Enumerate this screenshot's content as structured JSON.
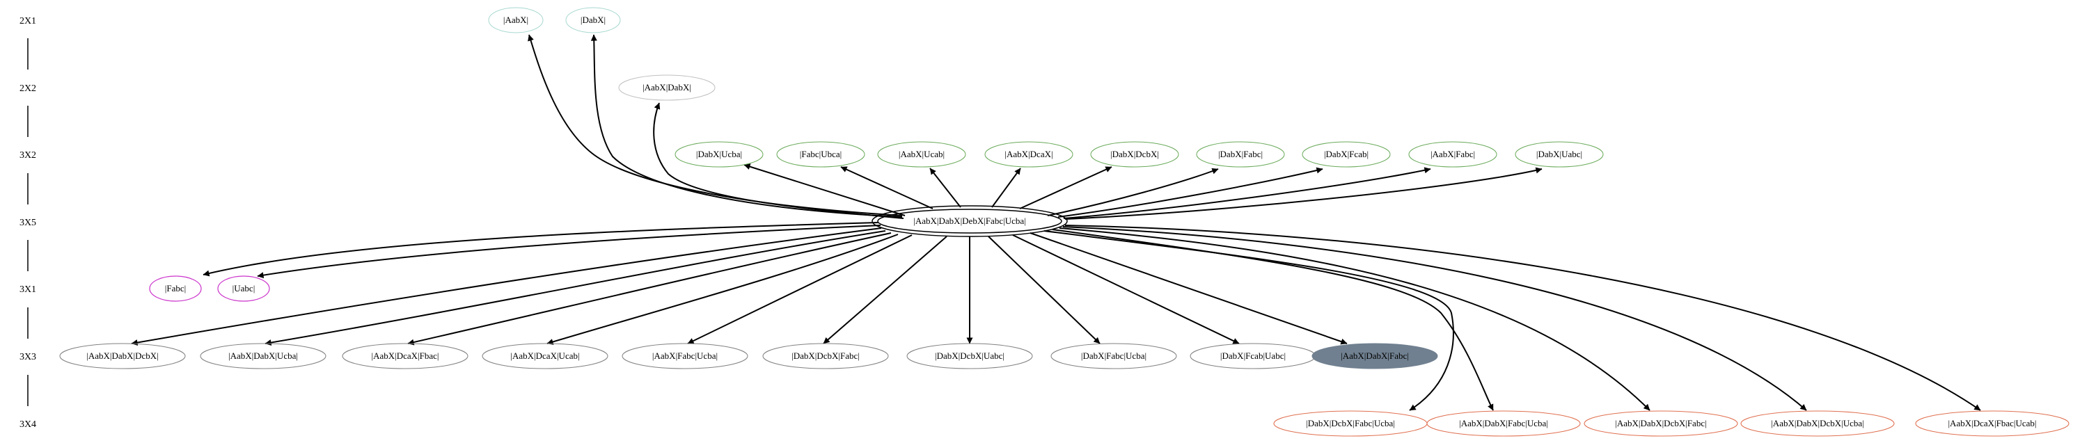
{
  "ranks": [
    {
      "id": "r1",
      "label": "2X1"
    },
    {
      "id": "r2",
      "label": "2X2"
    },
    {
      "id": "r3",
      "label": "3X2"
    },
    {
      "id": "r4",
      "label": "3X5"
    },
    {
      "id": "r5",
      "label": "3X1"
    },
    {
      "id": "r6",
      "label": "3X3"
    },
    {
      "id": "r7",
      "label": "3X4"
    }
  ],
  "colors": {
    "rank_2X1": "#a8d8d0",
    "rank_2X2": "#c0c0c0",
    "rank_3X2": "#6aaa5a",
    "rank_3X5": "#000000",
    "rank_3X1": "#cc33cc",
    "rank_3X3": "#808080",
    "rank_3X4": "#e07050",
    "highlight_fill": "#708090",
    "edge": "#000000"
  },
  "center": {
    "id": "c",
    "label": "|AabX|DabX|DebX|Fabc|Ucba|"
  },
  "nodes": [
    {
      "id": "n1",
      "label": "|AabX|",
      "rank": "2X1"
    },
    {
      "id": "n2",
      "label": "|DabX|",
      "rank": "2X1"
    },
    {
      "id": "n3",
      "label": "|AabX|DabX|",
      "rank": "2X2"
    },
    {
      "id": "n4",
      "label": "|DabX|Ucba|",
      "rank": "3X2"
    },
    {
      "id": "n5",
      "label": "|Fabc|Ubca|",
      "rank": "3X2"
    },
    {
      "id": "n6",
      "label": "|AabX|Ucab|",
      "rank": "3X2"
    },
    {
      "id": "n7",
      "label": "|AabX|DcaX|",
      "rank": "3X2"
    },
    {
      "id": "n8",
      "label": "|DabX|DcbX|",
      "rank": "3X2"
    },
    {
      "id": "n9",
      "label": "|DabX|Fabc|",
      "rank": "3X2"
    },
    {
      "id": "n10",
      "label": "|DabX|Fcab|",
      "rank": "3X2"
    },
    {
      "id": "n11",
      "label": "|AabX|Fabc|",
      "rank": "3X2"
    },
    {
      "id": "n12",
      "label": "|DabX|Uabc|",
      "rank": "3X2"
    },
    {
      "id": "n13",
      "label": "|Fabc|",
      "rank": "3X1"
    },
    {
      "id": "n14",
      "label": "|Uabc|",
      "rank": "3X1"
    },
    {
      "id": "n15",
      "label": "|AabX|DabX|DcbX|",
      "rank": "3X3"
    },
    {
      "id": "n16",
      "label": "|AabX|DabX|Ucba|",
      "rank": "3X3"
    },
    {
      "id": "n17",
      "label": "|AabX|DcaX|Fbac|",
      "rank": "3X3"
    },
    {
      "id": "n18",
      "label": "|AabX|DcaX|Ucab|",
      "rank": "3X3"
    },
    {
      "id": "n19",
      "label": "|AabX|Fabc|Ucba|",
      "rank": "3X3"
    },
    {
      "id": "n20",
      "label": "|DabX|DcbX|Fabc|",
      "rank": "3X3"
    },
    {
      "id": "n21",
      "label": "|DabX|DcbX|Uabc|",
      "rank": "3X3"
    },
    {
      "id": "n22",
      "label": "|DabX|Fabc|Ucba|",
      "rank": "3X3"
    },
    {
      "id": "n23",
      "label": "|DabX|Fcab|Uabc|",
      "rank": "3X3"
    },
    {
      "id": "n24",
      "label": "|AabX|DabX|Fabc|",
      "rank": "3X3",
      "highlight": true
    },
    {
      "id": "n25",
      "label": "|DabX|DcbX|Fabc|Ucba|",
      "rank": "3X4"
    },
    {
      "id": "n26",
      "label": "|AabX|DabX|Fabc|Ucba|",
      "rank": "3X4"
    },
    {
      "id": "n27",
      "label": "|AabX|DabX|DcbX|Fabc|",
      "rank": "3X4"
    },
    {
      "id": "n28",
      "label": "|AabX|DabX|DcbX|Ucba|",
      "rank": "3X4"
    },
    {
      "id": "n29",
      "label": "|AabX|DcaX|Fbac|Ucab|",
      "rank": "3X4"
    }
  ],
  "edges": [
    {
      "from": "c",
      "to": "n1"
    },
    {
      "from": "c",
      "to": "n2"
    },
    {
      "from": "c",
      "to": "n3"
    },
    {
      "from": "c",
      "to": "n4"
    },
    {
      "from": "c",
      "to": "n5"
    },
    {
      "from": "c",
      "to": "n6"
    },
    {
      "from": "c",
      "to": "n7"
    },
    {
      "from": "c",
      "to": "n8"
    },
    {
      "from": "c",
      "to": "n9"
    },
    {
      "from": "c",
      "to": "n10"
    },
    {
      "from": "c",
      "to": "n11"
    },
    {
      "from": "c",
      "to": "n12"
    },
    {
      "from": "c",
      "to": "n13"
    },
    {
      "from": "c",
      "to": "n14"
    },
    {
      "from": "c",
      "to": "n15"
    },
    {
      "from": "c",
      "to": "n16"
    },
    {
      "from": "c",
      "to": "n17"
    },
    {
      "from": "c",
      "to": "n18"
    },
    {
      "from": "c",
      "to": "n19"
    },
    {
      "from": "c",
      "to": "n20"
    },
    {
      "from": "c",
      "to": "n21"
    },
    {
      "from": "c",
      "to": "n22"
    },
    {
      "from": "c",
      "to": "n23"
    },
    {
      "from": "c",
      "to": "n24"
    },
    {
      "from": "c",
      "to": "n25"
    },
    {
      "from": "c",
      "to": "n26"
    },
    {
      "from": "c",
      "to": "n27"
    },
    {
      "from": "c",
      "to": "n28"
    },
    {
      "from": "c",
      "to": "n29"
    }
  ]
}
